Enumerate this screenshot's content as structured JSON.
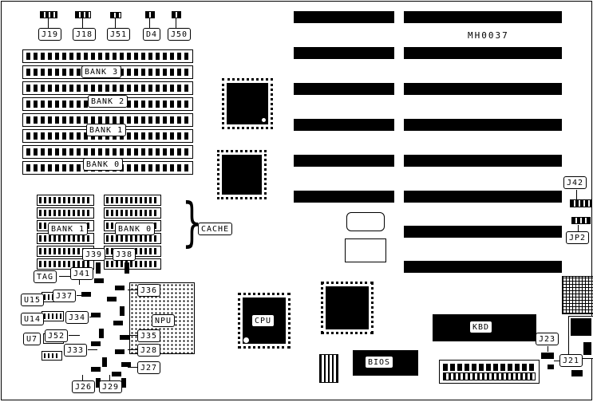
{
  "board": {
    "part_number": "MH0037",
    "cache_brace": "}"
  },
  "labels": {
    "j19": "J19",
    "j18": "J18",
    "j51": "J51",
    "d4": "D4",
    "j50": "J50",
    "mem_bank3": "BANK 3",
    "mem_bank2": "BANK 2",
    "mem_bank1": "BANK 1",
    "mem_bank0": "BANK 0",
    "cache_bank1": "BANK 1",
    "cache_bank0": "BANK 0",
    "cache": "CACHE",
    "tag": "TAG",
    "j39": "J39",
    "j38": "J38",
    "j41": "J41",
    "j37": "J37",
    "j36": "J36",
    "u15": "U15",
    "u14": "U14",
    "j34": "J34",
    "u7": "U7",
    "j52": "J52",
    "npu": "NPU",
    "j35": "J35",
    "j33": "J33",
    "j28": "J28",
    "j27": "J27",
    "j26": "J26",
    "j29": "J29",
    "cpu": "CPU",
    "bios": "BIOS",
    "kbd": "KBD",
    "j42": "J42",
    "jp2": "JP2",
    "j23": "J23",
    "j21": "J21"
  }
}
